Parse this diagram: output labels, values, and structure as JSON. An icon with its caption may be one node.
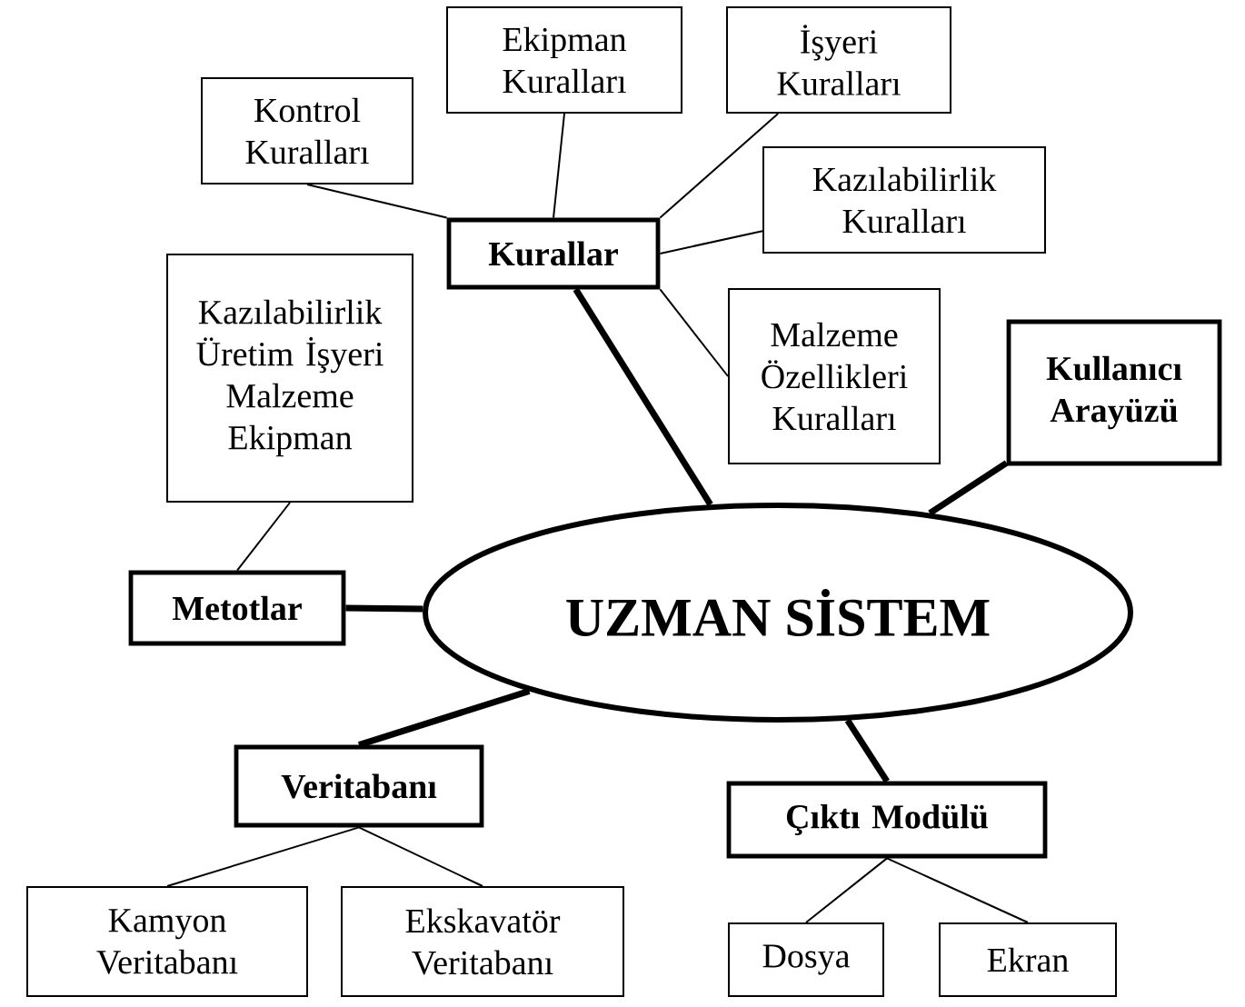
{
  "diagram": {
    "nodes": [
      {
        "text": [
          "UZMAN SİSTEM"
        ]
      },
      {
        "text": [
          "Kurallar"
        ]
      },
      {
        "text": [
          "Kontrol Kuralları"
        ]
      },
      {
        "text": [
          "Ekipman Kuralları"
        ]
      },
      {
        "text": [
          "İşyeri Kuralları"
        ]
      },
      {
        "text": [
          "Kazılabilirlik Kuralları"
        ]
      },
      {
        "text": [
          "Malzeme Özellikleri Kuralları"
        ]
      },
      {
        "text": [
          "Kullanıcı Arayüzü"
        ]
      },
      {
        "text": [
          "Kazılabilirlik Üretim İşyeri Malzeme Ekipman"
        ]
      },
      {
        "text": [
          "Metotlar"
        ]
      },
      {
        "text": [
          "Veritabanı"
        ]
      },
      {
        "text": [
          "Kamyon Veritabanı"
        ]
      },
      {
        "text": [
          "Ekskavatör Veritabanı"
        ]
      },
      {
        "text": [
          "Çıktı Modülü"
        ]
      },
      {
        "text": [
          "Dosya"
        ]
      },
      {
        "text": [
          "Ekran"
        ]
      }
    ],
    "edges": [
      {
        "from": 0,
        "to": 1,
        "arrow": "none",
        "style": "thick"
      },
      {
        "from": 1,
        "to": 2,
        "arrow": "none"
      },
      {
        "from": 1,
        "to": 3,
        "arrow": "none"
      },
      {
        "from": 1,
        "to": 4,
        "arrow": "none"
      },
      {
        "from": 1,
        "to": 5,
        "arrow": "none"
      },
      {
        "from": 1,
        "to": 6,
        "arrow": "none"
      },
      {
        "from": 0,
        "to": 7,
        "arrow": "none",
        "style": "thick"
      },
      {
        "from": 0,
        "to": 9,
        "arrow": "none",
        "style": "thick"
      },
      {
        "from": 9,
        "to": 8,
        "arrow": "none"
      },
      {
        "from": 0,
        "to": 10,
        "arrow": "none",
        "style": "thick"
      },
      {
        "from": 10,
        "to": 11,
        "arrow": "none"
      },
      {
        "from": 10,
        "to": 12,
        "arrow": "none"
      },
      {
        "from": 0,
        "to": 13,
        "arrow": "none",
        "style": "thick"
      },
      {
        "from": 13,
        "to": 14,
        "arrow": "none"
      },
      {
        "from": 13,
        "to": 15,
        "arrow": "none"
      }
    ]
  }
}
